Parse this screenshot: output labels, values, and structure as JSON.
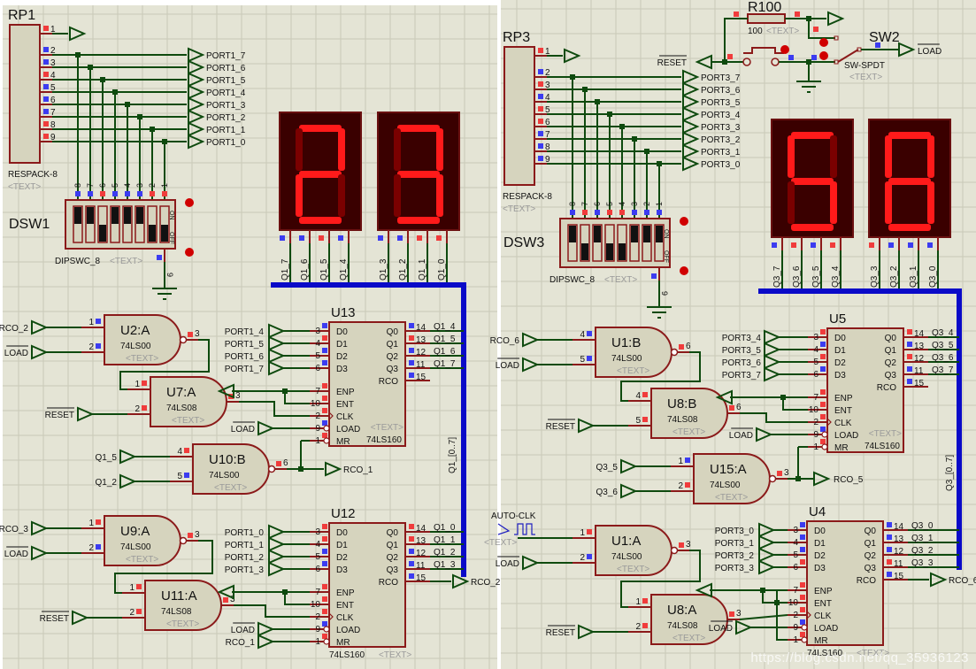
{
  "colors": {
    "canvas": "#e4e4d5",
    "grid": "#c9c9b8",
    "wire": "#0e4a0e",
    "body_fill": "#d6d4be",
    "body_stroke": "#8b1a1a",
    "bus": "#0a0ac8",
    "pin_red": "#f03c3c",
    "pin_blue": "#3c3cf0",
    "seg_on": "#ff1a1a",
    "seg_off": "#7a0000",
    "seg_bg": "#3a0000",
    "autoclk": "#2020c0"
  },
  "panels": [
    {
      "id": "left",
      "resistor_pack": {
        "ref": "RP1",
        "part": "RESPACK-8",
        "text": "<TEXT>",
        "pins": [
          "1",
          "2",
          "3",
          "4",
          "5",
          "6",
          "7",
          "8",
          "9"
        ],
        "pin_states": [
          "r",
          "b",
          "b",
          "r",
          "b",
          "b",
          "b",
          "r",
          "r"
        ]
      },
      "port_labels": [
        "PORT1_7",
        "PORT1_6",
        "PORT1_5",
        "PORT1_4",
        "PORT1_3",
        "PORT1_2",
        "PORT1_1",
        "PORT1_0"
      ],
      "dip_switch": {
        "ref": "DSW1",
        "part": "DIPSWC_8",
        "text": "<TEXT>",
        "pin_numbers": [
          "8",
          "7",
          "6",
          "5",
          "4",
          "3",
          "2",
          "1"
        ],
        "pin_states": [
          "b",
          "b",
          "r",
          "b",
          "b",
          "b",
          "r",
          "r"
        ],
        "on_label": "ON",
        "off_label": "OFF",
        "switch_on": [
          true,
          true,
          false,
          true,
          true,
          true,
          false,
          false
        ],
        "gnd_pin": "9"
      },
      "displays": [
        {
          "digit": "2",
          "pins": [
            "Q1_7",
            "Q1_6",
            "Q1_5",
            "Q1_4"
          ],
          "pin_states": [
            "b",
            "b",
            "r",
            "b"
          ]
        },
        {
          "digit": "3",
          "pins": [
            "Q1_3",
            "Q1_2",
            "Q1_1",
            "Q1_0"
          ],
          "pin_states": [
            "b",
            "b",
            "r",
            "r"
          ]
        }
      ],
      "bus_label": "Q1_[0..7]",
      "gates": [
        {
          "ref": "U2:A",
          "part": "74LS00",
          "type": "nand",
          "in": [
            {
              "pin": "1",
              "label": "RCO_2",
              "s": "b"
            },
            {
              "pin": "2",
              "label": "LOAD",
              "bar": true,
              "s": "b"
            }
          ],
          "out_pin": "3",
          "out_s": "r"
        },
        {
          "ref": "U7:A",
          "part": "74LS08",
          "type": "and",
          "in": [
            {
              "pin": "1",
              "label": "",
              "s": "r"
            },
            {
              "pin": "2",
              "label": "RESET",
              "bar": true,
              "s": "r"
            }
          ],
          "out_pin": "3",
          "out_s": "r"
        },
        {
          "ref": "U10:B",
          "part": "74LS00",
          "type": "nand",
          "in": [
            {
              "pin": "4",
              "label": "Q1_5",
              "s": "r"
            },
            {
              "pin": "5",
              "label": "Q1_2",
              "s": "b"
            }
          ],
          "out_pin": "6",
          "out_s": "r",
          "out_label": "RCO_1"
        },
        {
          "ref": "U9:A",
          "part": "74LS00",
          "type": "nand",
          "in": [
            {
              "pin": "1",
              "label": "RCO_3",
              "s": "r"
            },
            {
              "pin": "2",
              "label": "LOAD",
              "bar": true,
              "s": "b"
            }
          ],
          "out_pin": "3",
          "out_s": "r"
        },
        {
          "ref": "U11:A",
          "part": "74LS08",
          "type": "and",
          "in": [
            {
              "pin": "1",
              "label": "",
              "s": "r"
            },
            {
              "pin": "2",
              "label": "RESET",
              "bar": true,
              "s": "r"
            }
          ],
          "out_pin": "3",
          "out_s": "r"
        }
      ],
      "counters": [
        {
          "ref": "U13",
          "part": "74LS160",
          "text": "<TEXT>",
          "d_inputs": [
            "PORT1_4",
            "PORT1_5",
            "PORT1_6",
            "PORT1_7"
          ],
          "d_pins": [
            "3",
            "4",
            "5",
            "6"
          ],
          "d_states": [
            "b",
            "r",
            "b",
            "b"
          ],
          "q_outputs": [
            "Q1_4",
            "Q1_5",
            "Q1_6",
            "Q1_7"
          ],
          "q_pins": [
            "14",
            "13",
            "12",
            "11"
          ],
          "q_states": [
            "b",
            "r",
            "b",
            "b"
          ],
          "rco_pin": "15",
          "rco_state": "b",
          "rco_label": "",
          "ctrl_pins": [
            "7",
            "10",
            "2",
            "9",
            "1"
          ],
          "ctrl_states": [
            "r",
            "r",
            "r",
            "b",
            "r"
          ],
          "load_label": "LOAD",
          "mr_label": ""
        },
        {
          "ref": "U12",
          "part": "74LS160",
          "text": "<TEXT>",
          "d_inputs": [
            "PORT1_0",
            "PORT1_1",
            "PORT1_2",
            "PORT1_3"
          ],
          "d_pins": [
            "3",
            "4",
            "5",
            "6"
          ],
          "d_states": [
            "r",
            "r",
            "b",
            "b"
          ],
          "q_outputs": [
            "Q1_0",
            "Q1_1",
            "Q1_2",
            "Q1_3"
          ],
          "q_pins": [
            "14",
            "13",
            "12",
            "11"
          ],
          "q_states": [
            "r",
            "r",
            "b",
            "b"
          ],
          "rco_pin": "15",
          "rco_state": "b",
          "rco_label": "RCO_2",
          "ctrl_pins": [
            "7",
            "10",
            "2",
            "9",
            "1"
          ],
          "ctrl_states": [
            "r",
            "r",
            "r",
            "b",
            "r"
          ],
          "load_label": "LOAD",
          "mr_label": "RCO_1"
        }
      ],
      "pin_names_left": [
        "D0",
        "D1",
        "D2",
        "D3",
        "ENP",
        "ENT",
        "CLK",
        "LOAD",
        "MR"
      ],
      "pin_names_right": [
        "Q0",
        "Q1",
        "Q2",
        "Q3",
        "RCO"
      ]
    },
    {
      "id": "right",
      "resistor_pack": {
        "ref": "RP3",
        "part": "RESPACK-8",
        "text": "<TEXT>",
        "pins": [
          "1",
          "2",
          "3",
          "4",
          "5",
          "6",
          "7",
          "8",
          "9"
        ],
        "pin_states": [
          "r",
          "b",
          "r",
          "b",
          "r",
          "r",
          "b",
          "b",
          "b"
        ]
      },
      "port_labels": [
        "PORT3_7",
        "PORT3_6",
        "PORT3_5",
        "PORT3_4",
        "PORT3_3",
        "PORT3_2",
        "PORT3_1",
        "PORT3_0"
      ],
      "dip_switch": {
        "ref": "DSW3",
        "part": "DIPSWC_8",
        "text": "<TEXT>",
        "pin_numbers": [
          "8",
          "7",
          "6",
          "5",
          "4",
          "3",
          "2",
          "1"
        ],
        "pin_states": [
          "b",
          "r",
          "b",
          "r",
          "r",
          "b",
          "b",
          "b"
        ],
        "on_label": "ON",
        "off_label": "OFF",
        "switch_on": [
          true,
          false,
          true,
          false,
          false,
          true,
          true,
          true
        ],
        "gnd_pin": "9"
      },
      "displays": [
        {
          "digit": "5",
          "pins": [
            "Q3_7",
            "Q3_6",
            "Q3_5",
            "Q3_4"
          ],
          "pin_states": [
            "b",
            "r",
            "b",
            "r"
          ]
        },
        {
          "digit": "8",
          "pins": [
            "Q3_3",
            "Q3_2",
            "Q3_1",
            "Q3_0"
          ],
          "pin_states": [
            "r",
            "b",
            "b",
            "b"
          ]
        }
      ],
      "bus_label": "Q3_[0..7]",
      "reset_circuit": {
        "resistor_ref": "R100",
        "resistor_value": "100",
        "text": "<TEXT>",
        "reset_label": "RESET",
        "switch_ref": "SW2",
        "switch_part": "SW-SPDT",
        "load_label": "LOAD"
      },
      "gates": [
        {
          "ref": "U1:B",
          "part": "74LS00",
          "type": "nand",
          "in": [
            {
              "pin": "4",
              "label": "RCO_6",
              "s": "b"
            },
            {
              "pin": "5",
              "label": "LOAD",
              "bar": true,
              "s": "b"
            }
          ],
          "out_pin": "6",
          "out_s": "r"
        },
        {
          "ref": "U8:B",
          "part": "74LS08",
          "type": "and",
          "in": [
            {
              "pin": "4",
              "label": "",
              "s": "r"
            },
            {
              "pin": "5",
              "label": "RESET",
              "bar": true,
              "s": "r"
            }
          ],
          "out_pin": "6",
          "out_s": "r"
        },
        {
          "ref": "U15:A",
          "part": "74LS00",
          "type": "nand",
          "in": [
            {
              "pin": "1",
              "label": "Q3_5",
              "s": "b"
            },
            {
              "pin": "2",
              "label": "Q3_6",
              "s": "r"
            }
          ],
          "out_pin": "3",
          "out_s": "r",
          "out_label": "RCO_5"
        },
        {
          "ref": "U1:A",
          "part": "74LS00",
          "type": "nand",
          "in": [
            {
              "pin": "1",
              "label": "AUTO-CLK",
              "clk": true,
              "s": "r"
            },
            {
              "pin": "2",
              "label": "LOAD",
              "bar": true,
              "s": "b"
            }
          ],
          "out_pin": "3",
          "out_s": "r"
        },
        {
          "ref": "U8:A",
          "part": "74LS08",
          "type": "and",
          "in": [
            {
              "pin": "1",
              "label": "",
              "s": "r"
            },
            {
              "pin": "2",
              "label": "RESET",
              "bar": true,
              "s": "r"
            }
          ],
          "out_pin": "3",
          "out_s": "r"
        }
      ],
      "counters": [
        {
          "ref": "U5",
          "part": "74LS160",
          "text": "<TEXT>",
          "d_inputs": [
            "PORT3_4",
            "PORT3_5",
            "PORT3_6",
            "PORT3_7"
          ],
          "d_pins": [
            "3",
            "4",
            "5",
            "6"
          ],
          "d_states": [
            "r",
            "b",
            "r",
            "b"
          ],
          "q_outputs": [
            "Q3_4",
            "Q3_5",
            "Q3_6",
            "Q3_7"
          ],
          "q_pins": [
            "14",
            "13",
            "12",
            "11"
          ],
          "q_states": [
            "r",
            "b",
            "r",
            "b"
          ],
          "rco_pin": "15",
          "rco_state": "b",
          "rco_label": "",
          "ctrl_pins": [
            "7",
            "10",
            "2",
            "9",
            "1"
          ],
          "ctrl_states": [
            "r",
            "r",
            "r",
            "b",
            "r"
          ],
          "load_label": "LOAD",
          "mr_label": ""
        },
        {
          "ref": "U4",
          "part": "74LS160",
          "text": "<TEXT>",
          "d_inputs": [
            "PORT3_0",
            "PORT3_1",
            "PORT3_2",
            "PORT3_3"
          ],
          "d_pins": [
            "3",
            "4",
            "5",
            "6"
          ],
          "d_states": [
            "b",
            "b",
            "b",
            "r"
          ],
          "q_outputs": [
            "Q3_0",
            "Q3_1",
            "Q3_2",
            "Q3_3"
          ],
          "q_pins": [
            "14",
            "13",
            "12",
            "11"
          ],
          "q_states": [
            "b",
            "b",
            "b",
            "r"
          ],
          "rco_pin": "15",
          "rco_state": "b",
          "rco_label": "RCO_6",
          "ctrl_pins": [
            "7",
            "10",
            "2",
            "9",
            "1"
          ],
          "ctrl_states": [
            "r",
            "r",
            "r",
            "b",
            "r"
          ],
          "load_label": "LOAD",
          "mr_label": ""
        }
      ],
      "pin_names_left": [
        "D0",
        "D1",
        "D2",
        "D3",
        "ENP",
        "ENT",
        "CLK",
        "LOAD",
        "MR"
      ],
      "pin_names_right": [
        "Q0",
        "Q1",
        "Q2",
        "Q3",
        "RCO"
      ]
    }
  ],
  "watermark": "https://blog.csdn.net/qq_35936123"
}
